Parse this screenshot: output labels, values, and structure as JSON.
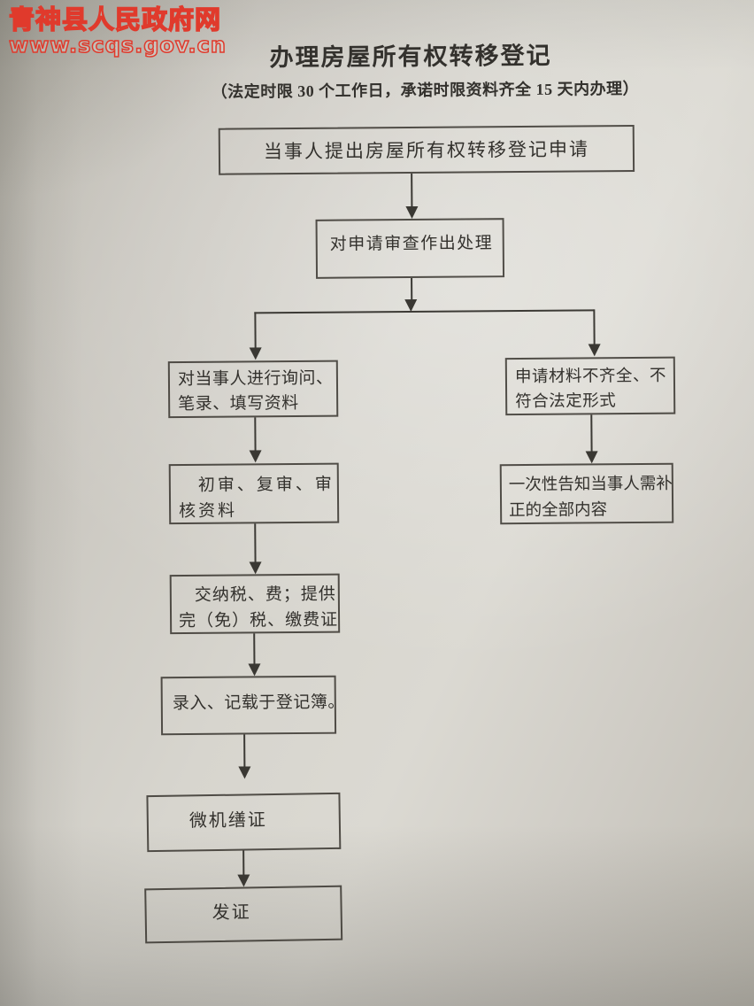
{
  "watermark": {
    "site_name": "青神县人民政府网",
    "site_url": "www.scqs.gov.cn",
    "color": "#e03a2c"
  },
  "header": {
    "title": "办理房屋所有权转移登记",
    "subtitle": "（法定时限 30 个工作日，承诺时限资料齐全 15 天内办理）"
  },
  "flowchart": {
    "nodes": [
      {
        "id": "apply",
        "lines": [
          "当事人提出房屋所有权转移登记申请"
        ]
      },
      {
        "id": "review",
        "lines": [
          "对申请审查作出处理"
        ]
      },
      {
        "id": "inquiry",
        "lines": [
          "对当事人进行询问、",
          "笔录、填写资料"
        ]
      },
      {
        "id": "materials-incomplete",
        "lines": [
          "申请材料不齐全、不",
          "符合法定形式"
        ]
      },
      {
        "id": "audit",
        "lines": [
          "初审、复审、审",
          "核资料"
        ]
      },
      {
        "id": "notify-corrections",
        "lines": [
          "一次性告知当事人需补",
          "正的全部内容"
        ]
      },
      {
        "id": "pay-taxes",
        "lines": [
          "交纳税、费；提供",
          "完（免）税、缴费证"
        ]
      },
      {
        "id": "record-register",
        "lines": [
          "录入、记载于登记簿。"
        ]
      },
      {
        "id": "prepare-certificate",
        "lines": [
          "微机缮证"
        ]
      },
      {
        "id": "issue-certificate",
        "lines": [
          "发证"
        ]
      }
    ],
    "edges": [
      [
        "apply",
        "review"
      ],
      [
        "review",
        "inquiry"
      ],
      [
        "review",
        "materials-incomplete"
      ],
      [
        "inquiry",
        "audit"
      ],
      [
        "materials-incomplete",
        "notify-corrections"
      ],
      [
        "audit",
        "pay-taxes"
      ],
      [
        "pay-taxes",
        "record-register"
      ],
      [
        "record-register",
        "prepare-certificate"
      ],
      [
        "prepare-certificate",
        "issue-certificate"
      ]
    ]
  }
}
